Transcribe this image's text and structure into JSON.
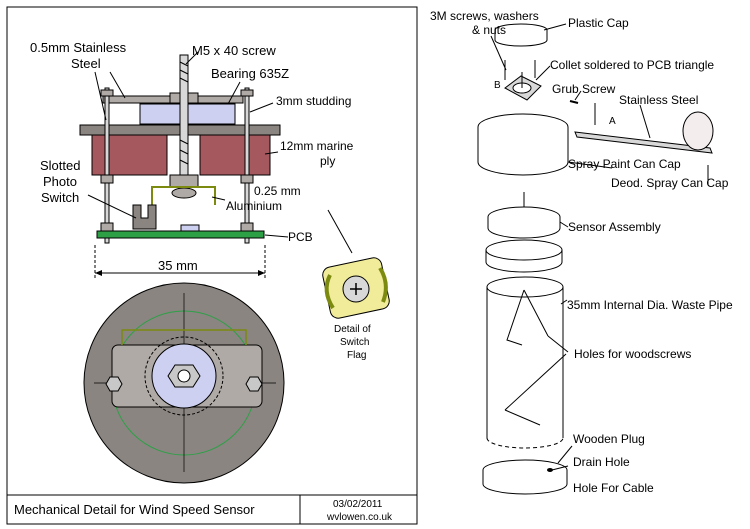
{
  "left_labels": {
    "stainless_l1": "0.5mm Stainless",
    "stainless_l2": "Steel",
    "screw": "M5 x 40 screw",
    "bearing": "Bearing 635Z",
    "studding": "3mm studding",
    "ply_l1": "12mm marine",
    "ply_l2": "ply",
    "photo_l1": "Slotted",
    "photo_l2": "Photo",
    "photo_l3": "Switch",
    "alu_l1": "0.25 mm",
    "alu_l2": "Aluminium",
    "pcb": "PCB",
    "dimension": "35 mm",
    "flag_l1": "Detail of",
    "flag_l2": "Switch",
    "flag_l3": "Flag"
  },
  "title_block": {
    "title": "Mechanical Detail for Wind Speed Sensor",
    "date": "03/02/2011",
    "site": "wvlowen.co.uk"
  },
  "right_labels": {
    "screws_l1": "3M screws, washers",
    "screws_l2": "& nuts",
    "cap": "Plastic Cap",
    "collet": "Collet soldered to PCB triangle",
    "grub": "Grub Screw",
    "stainless": "Stainless Steel",
    "spray": "Spray Paint Can Cap",
    "deod": "Deod. Spray Can Cap",
    "sensor": "Sensor Assembly",
    "pipe": "35mm Internal Dia. Waste Pipe",
    "holes": "Holes for woodscrews",
    "plug": "Wooden Plug",
    "drain": "Drain Hole",
    "cable": "Hole For Cable",
    "letter_a": "A",
    "letter_b": "B"
  },
  "colors": {
    "ply": "#a5585d",
    "plate": "#b0aaa6",
    "bearing": "#cdd0f1",
    "pcb": "#2da046",
    "disc": "#8a8581",
    "aluminium": "#7d8a10",
    "flag": "#f0ec9a"
  }
}
